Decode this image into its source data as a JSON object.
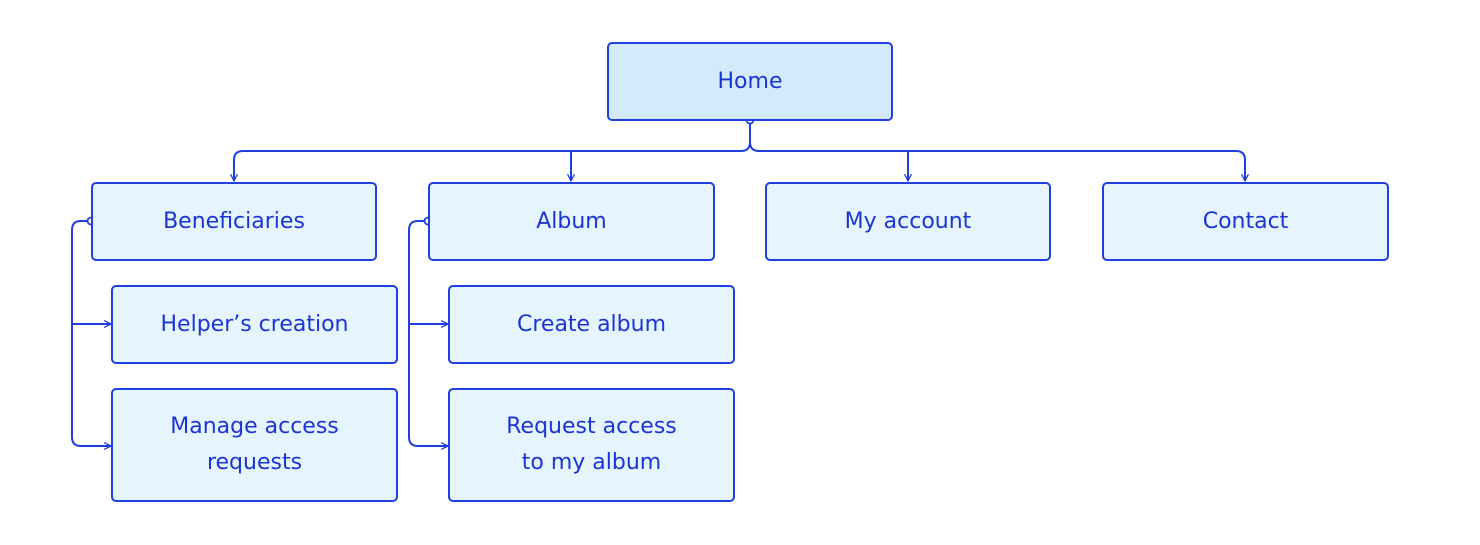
{
  "colors": {
    "stroke": "#1f3fe0",
    "text": "#1a35d6",
    "root_fill": "#d3eafc",
    "node_fill": "#e6f4fd",
    "background": "#ffffff"
  },
  "sitemap": {
    "root": {
      "label": "Home"
    },
    "sections": [
      {
        "label": "Beneficiaries",
        "children": [
          {
            "label": "Helper’s creation"
          },
          {
            "label": "Manage access\nrequests"
          }
        ]
      },
      {
        "label": "Album",
        "children": [
          {
            "label": "Create album"
          },
          {
            "label": "Request access\nto my album"
          }
        ]
      },
      {
        "label": "My account",
        "children": []
      },
      {
        "label": "Contact",
        "children": []
      }
    ]
  }
}
